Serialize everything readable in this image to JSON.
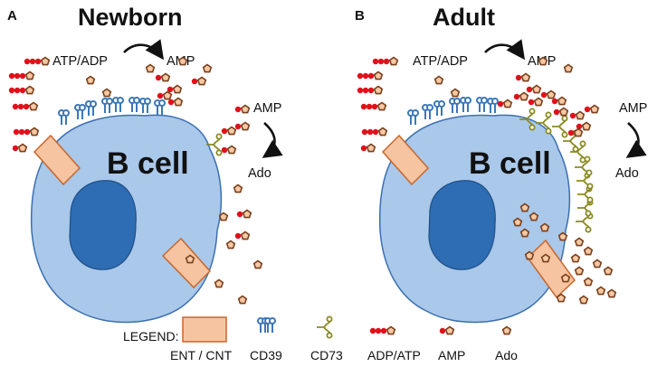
{
  "panels": [
    {
      "letter": "A",
      "title": "Newborn",
      "cell_label": "B cell",
      "atp_adp": "ATP/ADP",
      "amp_top": "AMP",
      "amp_right": "AMP",
      "ado": "Ado"
    },
    {
      "letter": "B",
      "title": "Adult",
      "cell_label": "B cell",
      "atp_adp": "ATP/ADP",
      "amp_top": "AMP",
      "amp_right": "AMP",
      "ado": "Ado"
    }
  ],
  "legend": {
    "title": "LEGEND:",
    "items": [
      "ENT / CNT",
      "CD39",
      "CD73",
      "ADP/ATP",
      "AMP",
      "Ado"
    ]
  },
  "colors": {
    "cell_fill": "#a9c8ea",
    "cell_stroke": "#3a6fb0",
    "nucleus_fill": "#2e6db3",
    "transporter_fill": "#f7c4a2",
    "transporter_stroke": "#c8672a",
    "cd39": "#3c78b8",
    "cd73": "#8a8a24",
    "phosphate_dot": "#e0101a",
    "adenosine_ring": "#7a3f1a",
    "adenosine_fill": "#f6c9a6"
  }
}
